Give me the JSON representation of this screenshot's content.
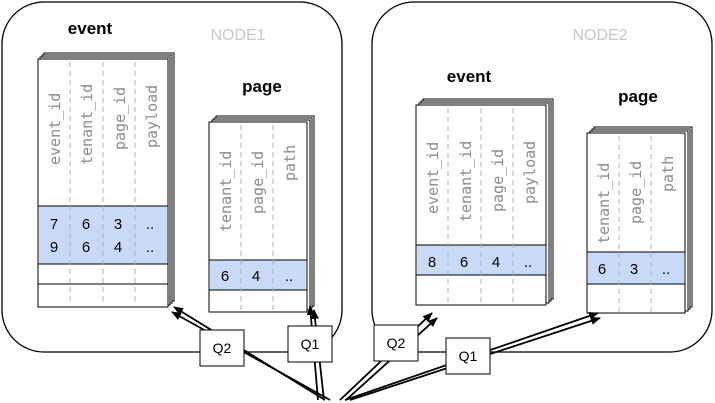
{
  "nodes": [
    {
      "label": "NODE1",
      "tables": [
        {
          "title": "event",
          "columns": [
            "event_id",
            "tenant_id",
            "page_id",
            "payload"
          ],
          "rows": [
            [
              "7",
              "6",
              "3",
              ".."
            ],
            [
              "9",
              "6",
              "4",
              ".."
            ]
          ]
        },
        {
          "title": "page",
          "columns": [
            "tenant_id",
            "page_id",
            "path"
          ],
          "rows": [
            [
              "6",
              "4",
              ".."
            ]
          ]
        }
      ]
    },
    {
      "label": "NODE2",
      "tables": [
        {
          "title": "event",
          "columns": [
            "event_id",
            "tenant_id",
            "page_id",
            "payload"
          ],
          "rows": [
            [
              "8",
              "6",
              "4",
              ".."
            ]
          ]
        },
        {
          "title": "page",
          "columns": [
            "tenant_id",
            "page_id",
            "path"
          ],
          "rows": [
            [
              "6",
              "3",
              ".."
            ]
          ]
        }
      ]
    }
  ],
  "queries": [
    {
      "label": "Q2",
      "target": "NODE1 event"
    },
    {
      "label": "Q1",
      "target": "NODE1 page"
    },
    {
      "label": "Q2",
      "target": "NODE2 event"
    },
    {
      "label": "Q1",
      "target": "NODE2 page"
    }
  ],
  "colors": {
    "highlight_fill": "#c9daf8",
    "node_border": "#000000",
    "node_label": "#c8c8c8",
    "column_label": "#8c8c8c",
    "divider": "#b0b0b0"
  }
}
